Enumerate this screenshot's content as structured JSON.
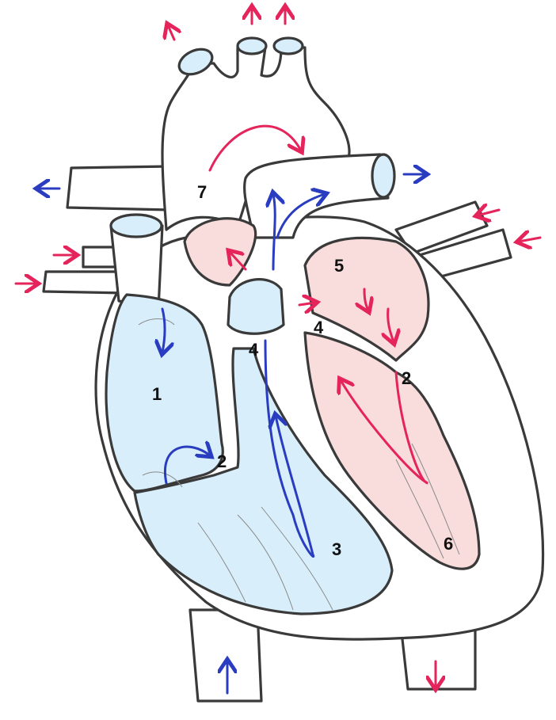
{
  "diagram": {
    "labels": {
      "right_atrium": "1",
      "tricuspid_valve": "2",
      "right_ventricle": "3",
      "pulmonary_valve": "4",
      "aortic_valve": "4",
      "left_atrium": "5",
      "mitral_valve": "2",
      "left_ventricle": "6",
      "aorta": "7"
    },
    "colors": {
      "deoxygenated_fill": "#d8effb",
      "oxygenated_fill": "#f9dcdc",
      "deoxygenated_arrow": "#2a3cc0",
      "oxygenated_arrow": "#e4245a"
    }
  }
}
